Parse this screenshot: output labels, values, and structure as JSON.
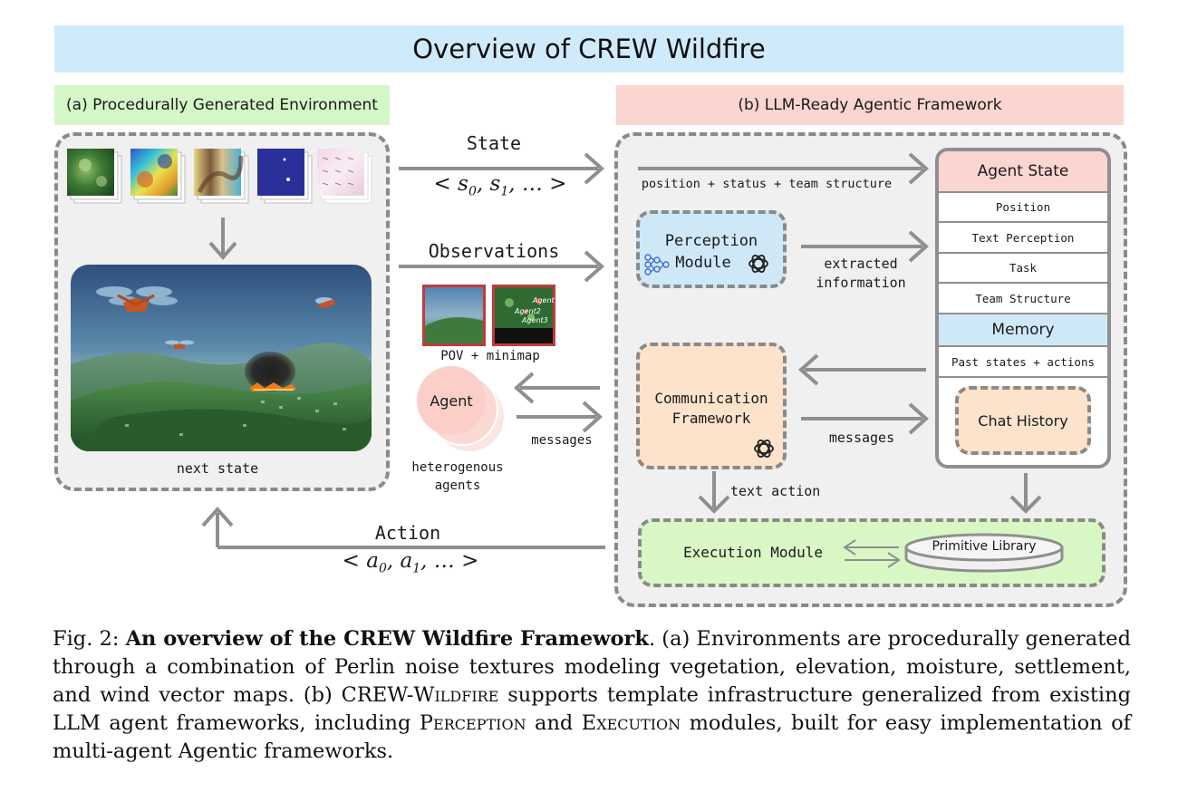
{
  "title": "Overview of CREW Wildfire",
  "panel_a": {
    "title": "(a) Procedurally Generated Environment",
    "bottom_label": "next state"
  },
  "panel_b": {
    "title": "(b) LLM-Ready Agentic Framework"
  },
  "flows": {
    "state_label": "State",
    "state_seq": "< s0, s1, ... >",
    "observations_label": "Observations",
    "action_label": "Action",
    "action_seq": "< a0, a1, ... >",
    "pov_label": "POV + minimap",
    "agent_label": "Agent",
    "messages_left": "messages",
    "hetero_label_1": "heterogenous",
    "hetero_label_2": "agents",
    "minimap_labels": [
      "Agent",
      "Agent2",
      "Agent3"
    ]
  },
  "framework": {
    "position_line": "position + status + team structure",
    "perception_1": "Perception",
    "perception_2": "Module",
    "extracted_1": "extracted",
    "extracted_2": "information",
    "communication_1": "Communication",
    "communication_2": "Framework",
    "messages_right": "messages",
    "text_action": "text action",
    "execution": "Execution Module",
    "primitive_library": "Primitive Library"
  },
  "agent_state": {
    "header": "Agent State",
    "items": [
      "Position",
      "Text Perception",
      "Task",
      "Team Structure"
    ],
    "memory_header": "Memory",
    "memory_item": "Past states + actions",
    "chat_history": "Chat History"
  },
  "colors": {
    "banner": "#cfeafa",
    "panel_a_title": "#d4f7c8",
    "panel_b_title": "#fbd5cf",
    "perception_bg": "#cfe8f8",
    "communication_bg": "#fde2cc",
    "execution_bg": "#d8f7c4",
    "agent_state_header": "#fbd5cf",
    "memory_header": "#cfe8f8",
    "arrow": "#8f8f8f"
  },
  "caption": {
    "lead": "Fig. 2: ",
    "bold": "An overview of the CREW Wildfire Framework",
    "text_1": ". (a) Environments are procedurally generated through a combination of Perlin noise textures modeling vegetation, elevation, moisture, settlement, and wind vector maps. (b) CREW-",
    "sc_1": "Wildfire",
    "text_2": " supports template infrastructure generalized from existing LLM agent frameworks, including ",
    "sc_2": "Perception",
    "text_3": " and ",
    "sc_3": "Execution",
    "text_4": " modules, built for easy implementation of multi-agent Agentic frameworks."
  }
}
